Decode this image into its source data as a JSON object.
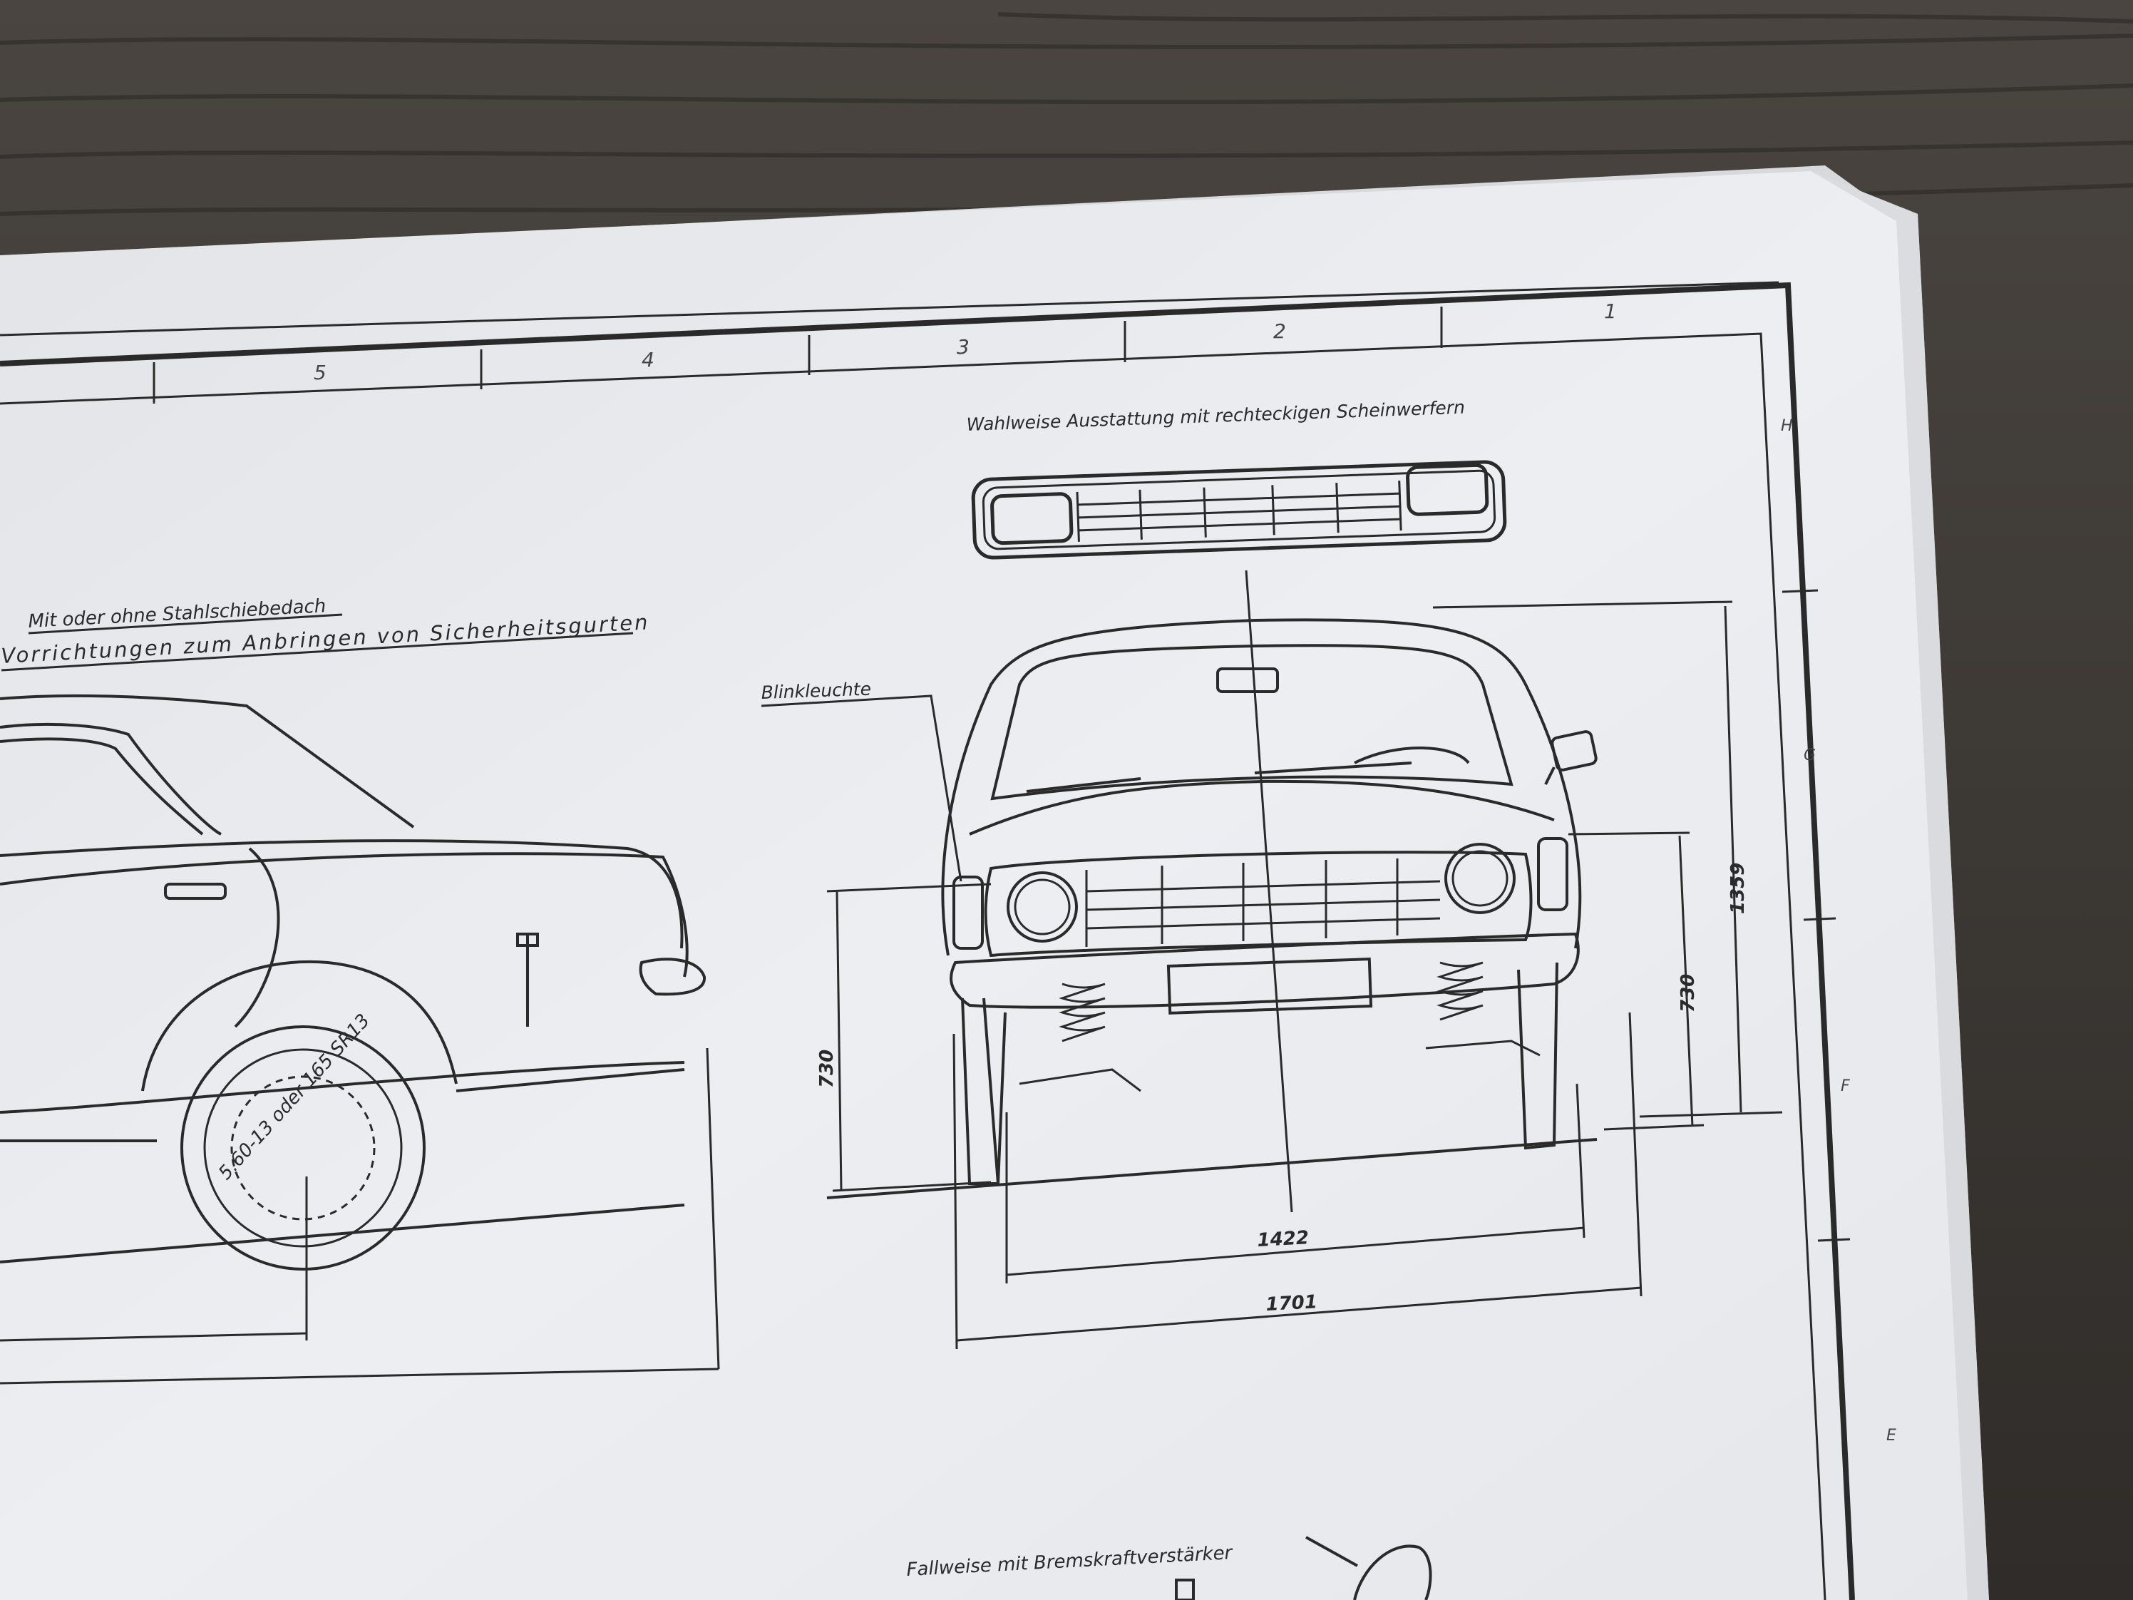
{
  "drawing": {
    "column_markers": [
      "5",
      "4",
      "3",
      "2",
      "1"
    ],
    "row_markers": [
      "H",
      "G",
      "F",
      "E"
    ],
    "labels": {
      "rectangular_headlights": "Wahlweise Ausstattung mit rechteckigen Scheinwerfern",
      "sunroof": "Mit oder ohne Stahlschiebedach",
      "seatbelts": "Vorrichtungen zum Anbringen von Sicherheitsgurten",
      "indicator": "Blinkleuchte",
      "brake_booster": "Fallweise mit Bremskraftverstärker",
      "tire": "5.60-13 oder 165 SR13"
    },
    "dimensions": {
      "track_width": "1422",
      "overall_width": "1701",
      "left_height": "730",
      "right_height": "730",
      "overall_height": "1359"
    }
  },
  "colors": {
    "paper": "#ecedf0",
    "ink": "#2a2a2a",
    "table": "#3e3a36"
  }
}
